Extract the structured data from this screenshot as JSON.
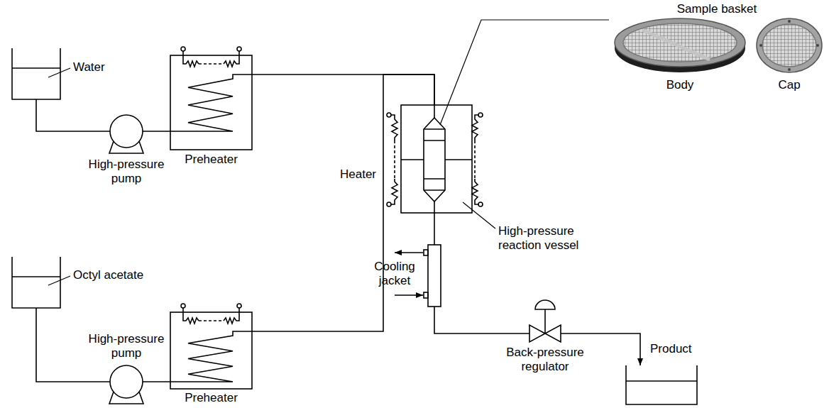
{
  "diagram": {
    "nodes": [
      {
        "text": [
          "Water"
        ]
      },
      {
        "text": [
          "High-pressure pump"
        ]
      },
      {
        "text": [
          "Preheater"
        ]
      },
      {
        "text": [
          "High-pressure reaction vessel"
        ]
      },
      {
        "text": [
          "Cooling jacket"
        ]
      },
      {
        "text": [
          "Octyl acetate"
        ]
      },
      {
        "text": [
          "High-pressure pump"
        ]
      },
      {
        "text": [
          "Preheater"
        ]
      },
      {
        "text": [
          "Back-pressure regulator"
        ]
      },
      {
        "text": [
          "Product"
        ]
      }
    ],
    "edges": [
      {
        "from": 0,
        "to": 1,
        "arrow": "none"
      },
      {
        "from": 1,
        "to": 2,
        "arrow": "none"
      },
      {
        "from": 2,
        "to": 3,
        "arrow": "none"
      },
      {
        "from": 5,
        "to": 6,
        "arrow": "none"
      },
      {
        "from": 6,
        "to": 7,
        "arrow": "none"
      },
      {
        "from": 7,
        "to": 3,
        "arrow": "none"
      },
      {
        "from": 3,
        "to": 4,
        "arrow": "none"
      },
      {
        "from": 4,
        "to": 8,
        "arrow": "none"
      },
      {
        "from": 8,
        "to": 9,
        "arrow": "to"
      }
    ],
    "labels": [
      "Sample basket",
      "Body",
      "Cap",
      "Heater"
    ]
  }
}
